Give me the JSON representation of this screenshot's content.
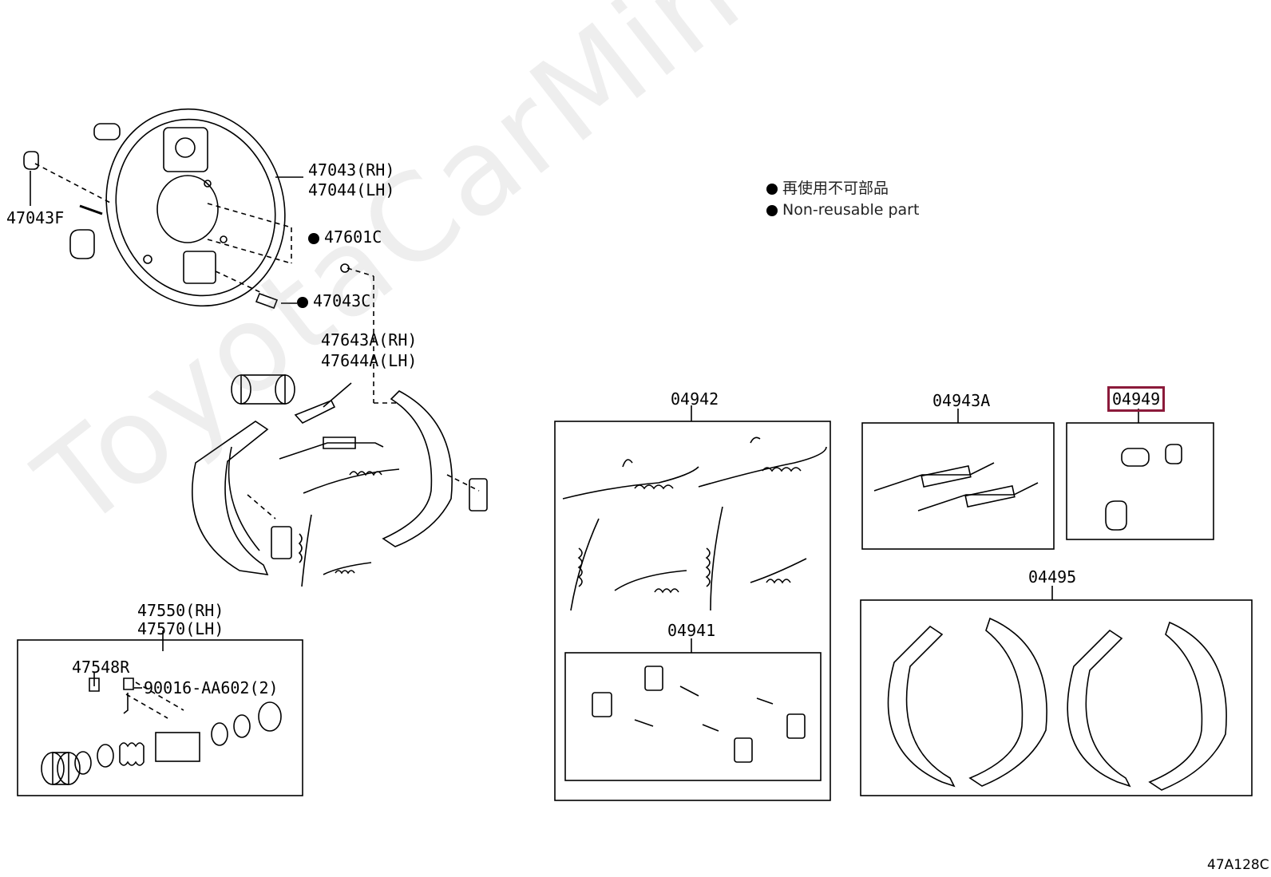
{
  "watermark": "ToyotaCarMine.ru",
  "legend": {
    "jp": "再使用不可部品",
    "en": "Non-reusable part"
  },
  "diagram_code": "47A128C",
  "labels": {
    "p47043F": "47043F",
    "p47043rh": "47043(RH)",
    "p47044lh": "47044(LH)",
    "p47601C": "47601C",
    "p47043C": "47043C",
    "p47643A": "47643A(RH)",
    "p47644A": "47644A(LH)",
    "p47550": "47550(RH)",
    "p47570": "47570(LH)",
    "p47548R": "47548R",
    "p90016": "90016-AA602(2)",
    "k04942": "04942",
    "k04941": "04941",
    "k04943A": "04943A",
    "k04949": "04949",
    "k04495": "04495"
  },
  "colors": {
    "highlight": "#8b1a3a",
    "line": "#000000"
  }
}
